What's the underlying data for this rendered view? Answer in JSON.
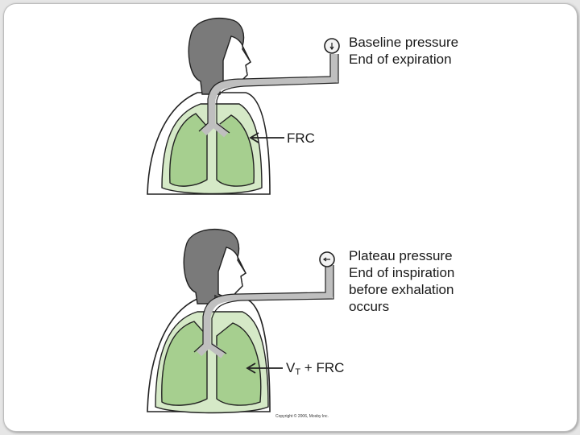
{
  "top_panel": {
    "gauge_label_line1": "Baseline pressure",
    "gauge_label_line2": "End of expiration",
    "lung_label": "FRC"
  },
  "bottom_panel": {
    "gauge_label_line1": "Plateau pressure",
    "gauge_label_line2": "End of inspiration",
    "gauge_label_line3": "before exhalation",
    "gauge_label_line4": "occurs",
    "lung_label_v": "V",
    "lung_label_sub": "T",
    "lung_label_rest": " + FRC"
  },
  "copyright": "Copyright © 2006, Mosby Inc.",
  "colors": {
    "head": "#7a7a7a",
    "lung_inner": "#a6cf8f",
    "chest_outer": "#d5e9c7",
    "tube": "#bfbfbf"
  }
}
